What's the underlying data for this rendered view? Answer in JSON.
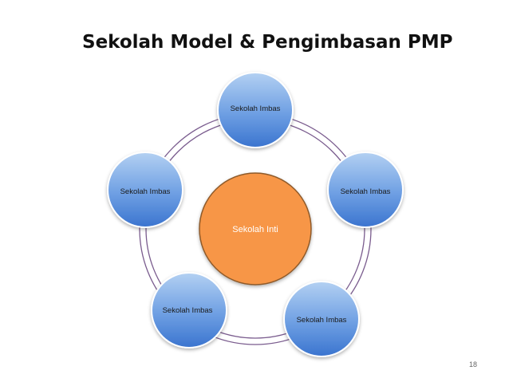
{
  "slide": {
    "title": "Sekolah Model & Pengimbasan PMP",
    "page_number": "18"
  },
  "diagram": {
    "core": {
      "label": "Sekolah Inti"
    },
    "satellites": [
      {
        "label": "Sekolah Imbas"
      },
      {
        "label": "Sekolah Imbas"
      },
      {
        "label": "Sekolah Imbas"
      },
      {
        "label": "Sekolah Imbas"
      },
      {
        "label": "Sekolah Imbas"
      }
    ],
    "colors": {
      "core_fill": "#F79646",
      "core_stroke": "#8E5A2A",
      "satellite_top": "#A9C8EE",
      "satellite_bottom": "#3C77D0",
      "ring": "#7A5C8E"
    }
  }
}
